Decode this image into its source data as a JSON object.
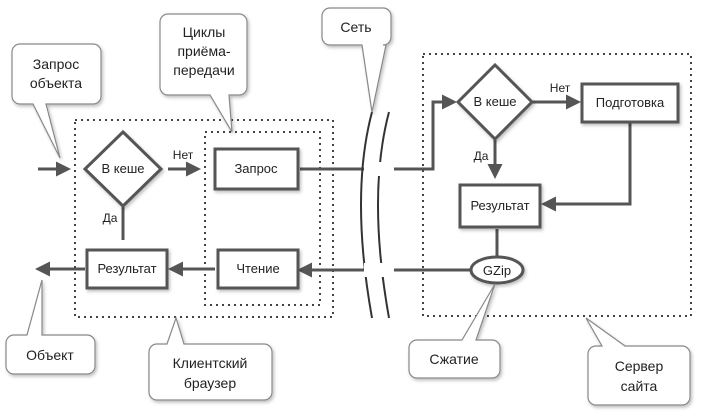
{
  "nodes": {
    "client_cache": "В кеше",
    "request": "Запрос",
    "client_result": "Результат",
    "read": "Чтение",
    "server_cache": "В кеше",
    "prepare": "Подготовка",
    "server_result": "Результат",
    "gzip": "GZip"
  },
  "edges": {
    "client_no": "Нет",
    "client_yes": "Да",
    "server_no": "Нет",
    "server_yes": "Да"
  },
  "callouts": {
    "request_object_1": "Запрос",
    "request_object_2": "объекта",
    "cycles_1": "Циклы",
    "cycles_2": "приёма-",
    "cycles_3": "передачи",
    "network": "Сеть",
    "object": "Объект",
    "client_browser_1": "Клиентский",
    "client_browser_2": "браузер",
    "compression": "Сжатие",
    "server_1": "Сервер",
    "server_2": "сайта"
  },
  "colors": {
    "stroke": "#555555",
    "callout_border": "#888888",
    "text": "#222222"
  }
}
